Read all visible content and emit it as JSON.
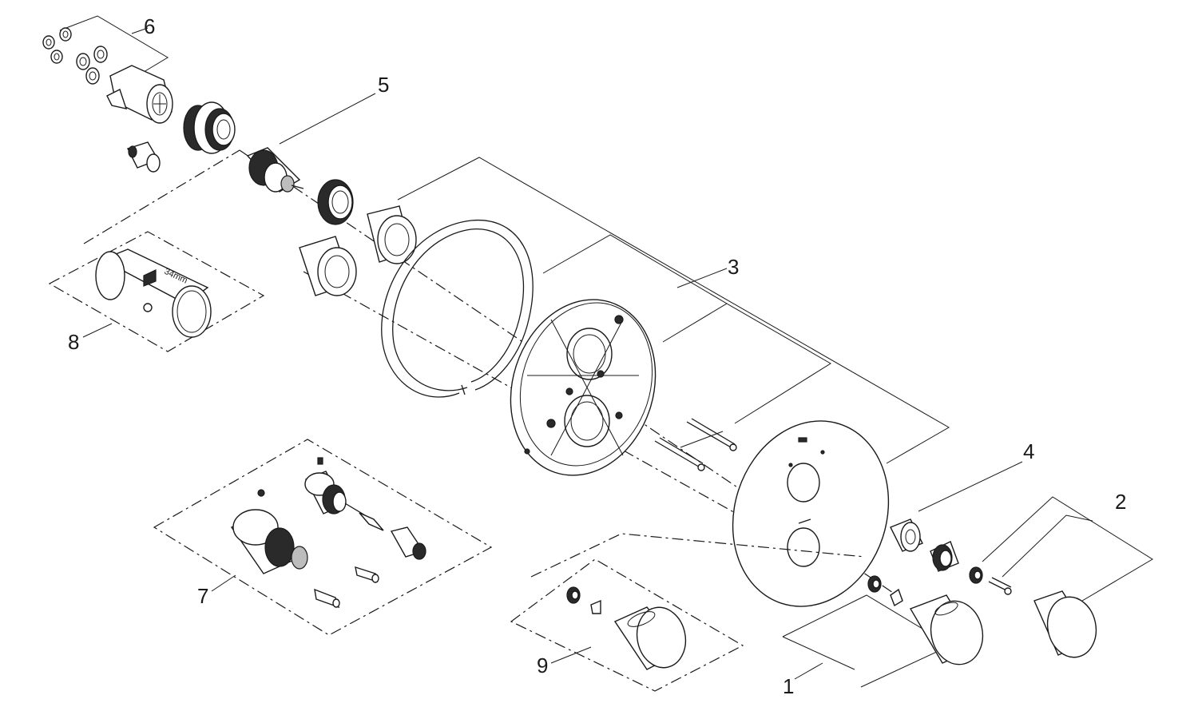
{
  "callouts": {
    "c1": "1",
    "c2": "2",
    "c3": "3",
    "c4": "4",
    "c5": "5",
    "c6": "6",
    "c7": "7",
    "c8": "8",
    "c9": "9"
  },
  "annotations": {
    "tool_size": "34mm"
  },
  "colors": {
    "line": "#1a1a1a",
    "background": "#ffffff",
    "fill_dark": "#2a2a2a",
    "fill_grey": "#bdbdbd"
  }
}
